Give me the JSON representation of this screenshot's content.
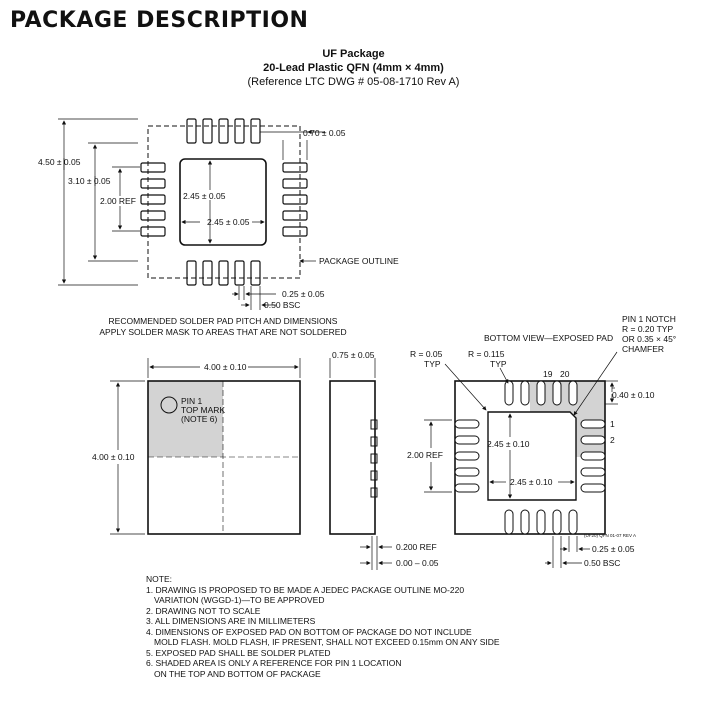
{
  "header": "PACKAGE DESCRIPTION",
  "package": {
    "name": "UF Package",
    "desc": "20-Lead Plastic QFN (4mm × 4mm)",
    "ref": "(Reference LTC DWG # 05-08-1710 Rev A)"
  },
  "top_view": {
    "dim_450": "4.50 ± 0.05",
    "dim_310": "3.10 ± 0.05",
    "dim_200": "2.00 REF",
    "dim_070": "0.70 ± 0.05",
    "dim_245v": "2.45 ± 0.05",
    "dim_245h": "2.45 ± 0.05",
    "outline": "PACKAGE OUTLINE",
    "dim_025": "0.25 ± 0.05",
    "dim_050": "0.50 BSC",
    "caption1": "RECOMMENDED SOLDER PAD PITCH AND DIMENSIONS",
    "caption2": "APPLY SOLDER MASK TO AREAS THAT ARE NOT SOLDERED"
  },
  "front": {
    "dim_400h": "4.00 ± 0.10",
    "dim_400v": "4.00 ± 0.10",
    "pin1": [
      "PIN 1",
      "TOP MARK",
      "(NOTE 6)"
    ]
  },
  "side": {
    "dim_075": "0.75 ± 0.05",
    "dim_0200": "0.200 REF",
    "dim_000": "0.00 – 0.05"
  },
  "bottom": {
    "title": "BOTTOM VIEW—EXPOSED PAD",
    "notch": [
      "PIN 1 NOTCH",
      "R = 0.20 TYP",
      "OR 0.35 × 45°",
      "CHAMFER"
    ],
    "r005": [
      "R = 0.05",
      "TYP"
    ],
    "r0115": [
      "R = 0.115",
      "TYP"
    ],
    "pin19": "19",
    "pin20": "20",
    "pin1": "1",
    "pin2": "2",
    "dim_040": "0.40 ± 0.10",
    "dim_200": "2.00 REF",
    "dim_245v": "2.45 ± 0.10",
    "dim_245h": "2.45 ± 0.10",
    "dim_025": "0.25 ± 0.05",
    "dim_050": "0.50 BSC",
    "drawing_id": "(UF20) QFN 01-07 REV A"
  },
  "notes": [
    "NOTE:",
    "1. DRAWING IS PROPOSED TO BE MADE A JEDEC PACKAGE OUTLINE MO-220",
    "    VARIATION (WGGD-1)—TO BE APPROVED",
    "2. DRAWING NOT TO SCALE",
    "3. ALL DIMENSIONS ARE IN MILLIMETERS",
    "4. DIMENSIONS OF EXPOSED PAD ON BOTTOM OF PACKAGE DO NOT INCLUDE",
    "    MOLD FLASH. MOLD FLASH, IF PRESENT, SHALL NOT EXCEED 0.15mm ON ANY SIDE",
    "5. EXPOSED PAD SHALL BE SOLDER PLATED",
    "6. SHADED AREA IS ONLY A REFERENCE FOR PIN 1 LOCATION",
    "    ON THE TOP AND BOTTOM OF PACKAGE"
  ]
}
